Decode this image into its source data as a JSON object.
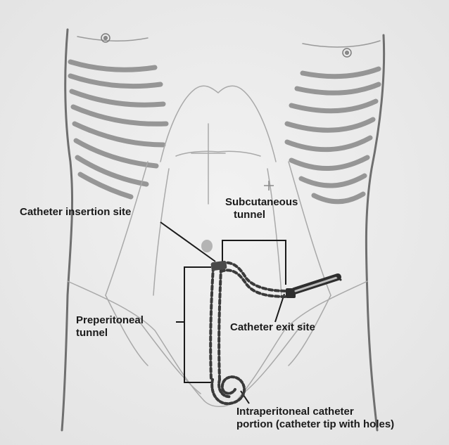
{
  "labels": {
    "subcutaneous_tunnel": [
      "Subcutaneous",
      "tunnel"
    ],
    "catheter_insertion_site": "Catheter insertion site",
    "preperitoneal_tunnel": [
      "Preperitoneal",
      "tunnel"
    ],
    "catheter_exit_site": "Catheter exit site",
    "intraperitoneal_portion": [
      "Intraperitoneal catheter",
      "portion (catheter tip with holes)"
    ]
  },
  "colors": {
    "paper": "#ebebeb",
    "sketch": "#8a8a8a",
    "sketch_light": "#b5b5b5",
    "ink": "#1a1a1a",
    "catheter": "#3a3a3a"
  }
}
